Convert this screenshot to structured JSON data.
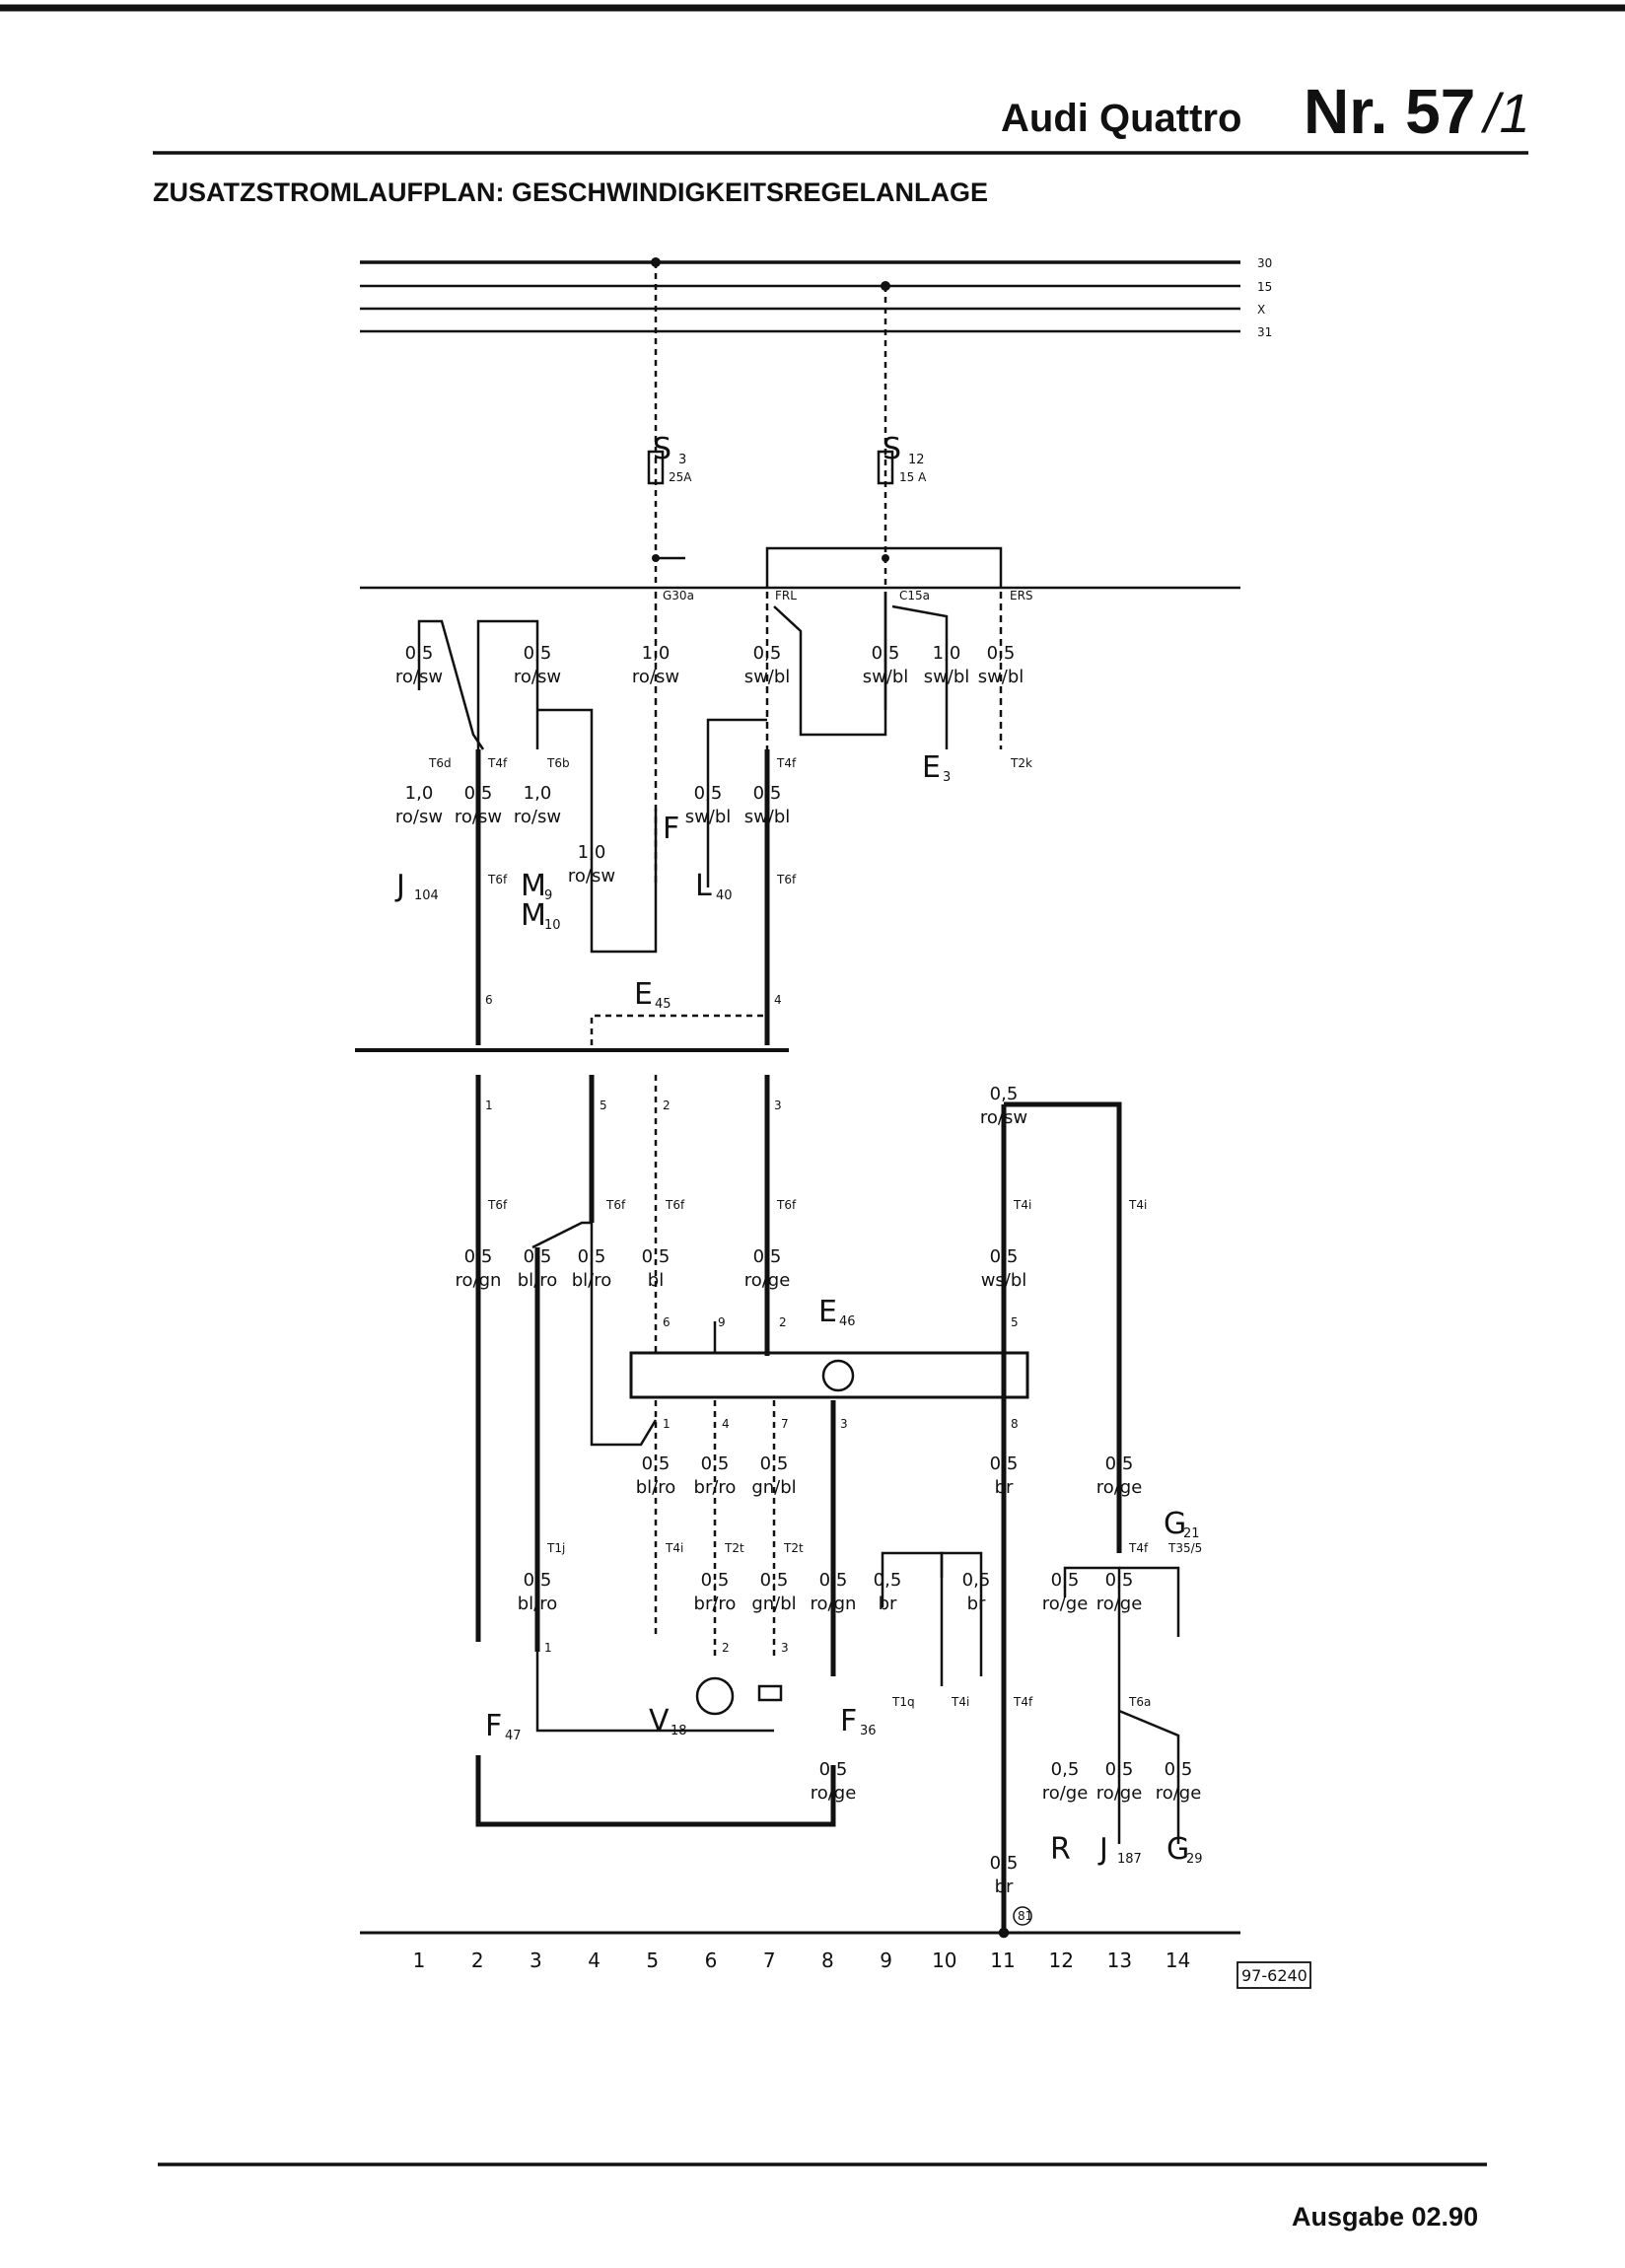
{
  "header": {
    "model": "Audi Quattro",
    "number": "Nr. 57",
    "suffix": "/1",
    "title": "ZUSATZSTROMLAUFPLAN: GESCHWINDIGKEITSREGELANLAGE",
    "footer": "Ausgabe 02.90"
  },
  "buses": [
    "30",
    "15",
    "X",
    "31"
  ],
  "fuses": [
    {
      "id": "S",
      "sub": "3",
      "rating": "25A"
    },
    {
      "id": "S",
      "sub": "12",
      "rating": "15 A"
    }
  ],
  "tap_points": [
    "G30a",
    "FRL",
    "C15a",
    "ERS"
  ],
  "connectors": [
    "T6d",
    "T4f",
    "T6b",
    "T4f",
    "T2k",
    "T6f",
    "T6f",
    "T6f",
    "T6f",
    "T6f",
    "T6f",
    "T4i",
    "T4i",
    "T1j",
    "T4i",
    "T2t",
    "T2t",
    "T1q",
    "T4i",
    "T4f",
    "T4f",
    "T35/5",
    "T6a"
  ],
  "components": {
    "J104": {
      "letter": "J",
      "sub": "104"
    },
    "M9": {
      "letter": "M",
      "sub": "9"
    },
    "M10": {
      "letter": "M",
      "sub": "10"
    },
    "F": {
      "letter": "F"
    },
    "L40": {
      "letter": "L",
      "sub": "40"
    },
    "E3": {
      "letter": "E",
      "sub": "3"
    },
    "E45": {
      "letter": "E",
      "sub": "45"
    },
    "E46": {
      "letter": "E",
      "sub": "46"
    },
    "F47": {
      "letter": "F",
      "sub": "47"
    },
    "V18": {
      "letter": "V",
      "sub": "18"
    },
    "F36": {
      "letter": "F",
      "sub": "36"
    },
    "R": {
      "letter": "R"
    },
    "J187": {
      "letter": "J",
      "sub": "187"
    },
    "G29": {
      "letter": "G",
      "sub": "29"
    },
    "G21": {
      "letter": "G",
      "sub": "21"
    }
  },
  "wires": {
    "w1": {
      "size": "0,5",
      "color": "ro/sw"
    },
    "w2": {
      "size": "0,5",
      "color": "ro/sw"
    },
    "w3": {
      "size": "1,0",
      "color": "ro/sw"
    },
    "w4": {
      "size": "0,5",
      "color": "sw/bl"
    },
    "w5": {
      "size": "0,5",
      "color": "sw/bl"
    },
    "w6": {
      "size": "1,0",
      "color": "sw/bl"
    },
    "w7": {
      "size": "0,5",
      "color": "sw/bl"
    },
    "w8": {
      "size": "1,0",
      "color": "ro/sw"
    },
    "w9": {
      "size": "0,5",
      "color": "ro/sw"
    },
    "w10": {
      "size": "1,0",
      "color": "ro/sw"
    },
    "w11": {
      "size": "1,0",
      "color": "ro/sw"
    },
    "w12": {
      "size": "0,5",
      "color": "sw/bl"
    },
    "w13": {
      "size": "0,5",
      "color": "sw/bl"
    },
    "w14": {
      "size": "0,5",
      "color": "ro/gn"
    },
    "w15": {
      "size": "0,5",
      "color": "bl/ro"
    },
    "w16": {
      "size": "0,5",
      "color": "bl/ro"
    },
    "w17": {
      "size": "0,5",
      "color": "bl"
    },
    "w18": {
      "size": "0,5",
      "color": "ro/ge"
    },
    "w19": {
      "size": "0,5",
      "color": "ro/sw"
    },
    "w20": {
      "size": "0,5",
      "color": "ws/bl"
    },
    "w21": {
      "size": "0,5",
      "color": "bl/ro"
    },
    "w22": {
      "size": "0,5",
      "color": "br/ro"
    },
    "w23": {
      "size": "0,5",
      "color": "gn/bl"
    },
    "w24": {
      "size": "0,5",
      "color": "br"
    },
    "w25": {
      "size": "0,5",
      "color": "ro/ge"
    },
    "w26": {
      "size": "0,5",
      "color": "bl/ro"
    },
    "w27": {
      "size": "0,5",
      "color": "br/ro"
    },
    "w28": {
      "size": "0,5",
      "color": "gn/bl"
    },
    "w29": {
      "size": "0,5",
      "color": "ro/gn"
    },
    "w30": {
      "size": "0,5",
      "color": "br"
    },
    "w31": {
      "size": "0,5",
      "color": "br"
    },
    "w32": {
      "size": "0,5",
      "color": "ro/ge"
    },
    "w33": {
      "size": "0,5",
      "color": "ro/ge"
    },
    "w34": {
      "size": "0,5",
      "color": "ro/ge"
    },
    "w35": {
      "size": "0,5",
      "color": "ro/ge"
    },
    "w36": {
      "size": "0,5",
      "color": "ro/ge"
    },
    "w37": {
      "size": "0,5",
      "color": "ro/ge"
    },
    "w38": {
      "size": "0,5",
      "color": "br"
    }
  },
  "pins": [
    "6",
    "4",
    "1",
    "5",
    "2",
    "3",
    "6",
    "9",
    "2",
    "5",
    "1",
    "4",
    "7",
    "3",
    "8",
    "1",
    "2",
    "3"
  ],
  "ground_point": "81",
  "column_numbers": [
    "1",
    "2",
    "3",
    "4",
    "5",
    "6",
    "7",
    "8",
    "9",
    "10",
    "11",
    "12",
    "13",
    "14"
  ],
  "drawing_id": "97-6240"
}
